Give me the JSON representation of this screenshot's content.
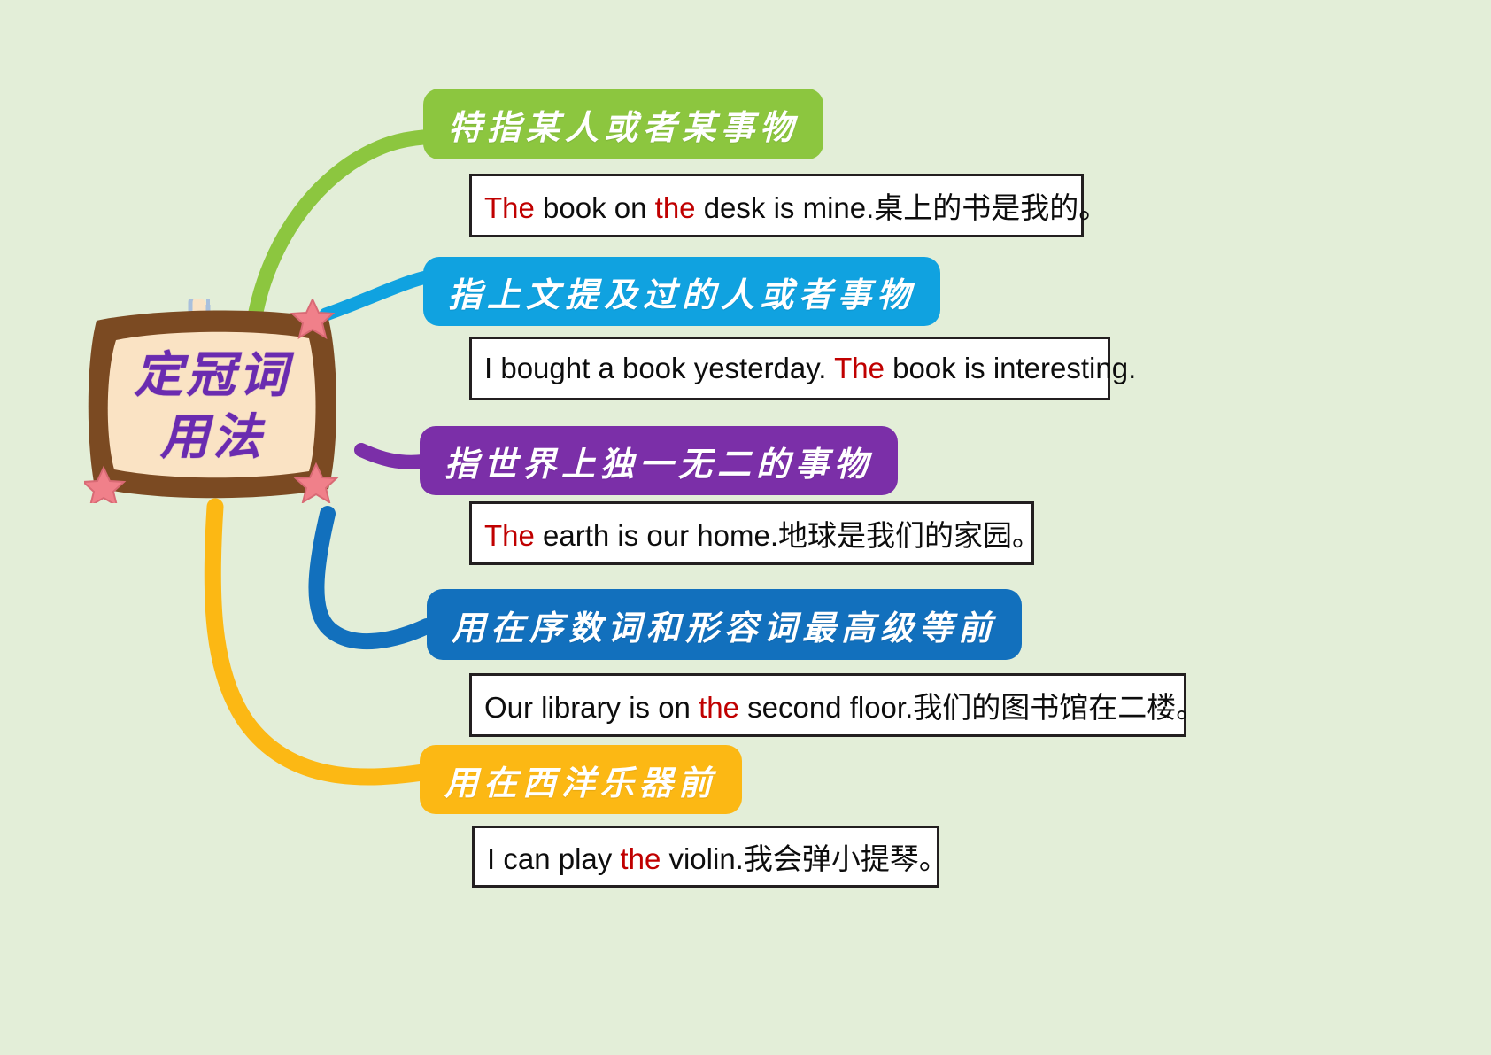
{
  "page": {
    "title": "定冠词用法",
    "background_color": "#e3eed8",
    "type": "mind-map"
  },
  "central_node": {
    "name": "central-topic",
    "line1": "定冠词",
    "line2": "用法",
    "text_color": "#6a2bb0",
    "frame_color": "#7b4a22",
    "paper_color": "#fae3c4",
    "star_color": "#f0808a",
    "clip_color": "#a9c0dd",
    "icons": [
      "paper-clip-icon",
      "star-icon",
      "star-icon",
      "star-icon"
    ]
  },
  "branches": [
    {
      "id": "branch-1",
      "label": "特指某人或者某事物",
      "color": "#8cc63f",
      "example": {
        "segments": [
          {
            "text": "The",
            "highlight": true
          },
          {
            "text": " book on ",
            "highlight": false
          },
          {
            "text": "the",
            "highlight": true
          },
          {
            "text": " desk is mine.",
            "highlight": false
          },
          {
            "text": "桌上的书是我的。",
            "highlight": false,
            "cjk": true
          }
        ],
        "plain": "The book on the desk is mine.桌上的书是我的。"
      }
    },
    {
      "id": "branch-2",
      "label": "指上文提及过的人或者事物",
      "color": "#10a2e0",
      "example": {
        "segments": [
          {
            "text": "I bought a book yesterday. ",
            "highlight": false
          },
          {
            "text": "The",
            "highlight": true
          },
          {
            "text": " book is interesting.",
            "highlight": false
          }
        ],
        "plain": "I bought a book yesterday. The book is interesting."
      }
    },
    {
      "id": "branch-3",
      "label": "指世界上独一无二的事物",
      "color": "#7b2fa8",
      "example": {
        "segments": [
          {
            "text": "The",
            "highlight": true
          },
          {
            "text": " earth is our home.",
            "highlight": false
          },
          {
            "text": "地球是我们的家园。",
            "highlight": false,
            "cjk": true
          }
        ],
        "plain": "The earth is our home.地球是我们的家园。"
      }
    },
    {
      "id": "branch-4",
      "label": "用在序数词和形容词最高级等前",
      "color": "#1270bd",
      "example": {
        "segments": [
          {
            "text": "Our library is on ",
            "highlight": false
          },
          {
            "text": "the",
            "highlight": true
          },
          {
            "text": " second floor.",
            "highlight": false
          },
          {
            "text": "我们的图书馆在二楼。",
            "highlight": false,
            "cjk": true
          }
        ],
        "plain": "Our library is on the second floor.我们的图书馆在二楼。"
      }
    },
    {
      "id": "branch-5",
      "label": "用在西洋乐器前",
      "color": "#fcb814",
      "example": {
        "segments": [
          {
            "text": "I can play ",
            "highlight": false
          },
          {
            "text": "the",
            "highlight": true
          },
          {
            "text": " violin.",
            "highlight": false
          },
          {
            "text": "我会弹小提琴。",
            "highlight": false,
            "cjk": true
          }
        ],
        "plain": "I can play the violin.我会弹小提琴。"
      }
    }
  ],
  "colors": {
    "highlight_text": "#c00000",
    "example_text": "#0d0d0d",
    "example_border": "#231f20",
    "example_bg": "#ffffff",
    "label_text": "#ffffff"
  }
}
